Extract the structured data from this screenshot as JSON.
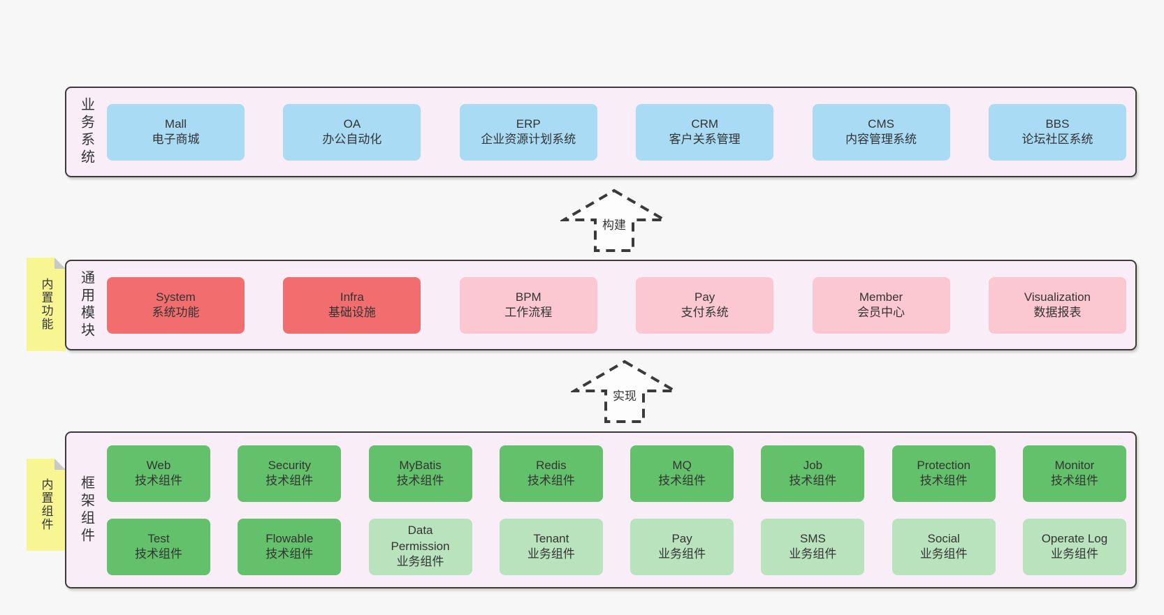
{
  "colors": {
    "page_bg": "#f7f7f7",
    "container_bg": "#f9eef7",
    "container_border": "#3a3a3a",
    "box_blue": "#a9dbf5",
    "box_red": "#f26e6e",
    "box_pink": "#fbc8d1",
    "box_green": "#64c16b",
    "box_light_green": "#b8e3bd",
    "tag_yellow": "#f8f693",
    "tag_fold_gray": "#c9c9c9",
    "text": "#333333"
  },
  "sections": [
    {
      "label": "业务系统",
      "rows": [
        [
          {
            "name": "Mall",
            "sub": "电子商城"
          },
          {
            "name": "OA",
            "sub": "办公自动化"
          },
          {
            "name": "ERP",
            "sub": "企业资源计划系统"
          },
          {
            "name": "CRM",
            "sub": "客户关系管理"
          },
          {
            "name": "CMS",
            "sub": "内容管理系统"
          },
          {
            "name": "BBS",
            "sub": "论坛社区系统"
          }
        ]
      ]
    },
    {
      "label": "通用模块",
      "tag": "内置功能",
      "rows": [
        [
          {
            "name": "System",
            "sub": "系统功能"
          },
          {
            "name": "Infra",
            "sub": "基础设施"
          },
          {
            "name": "BPM",
            "sub": "工作流程"
          },
          {
            "name": "Pay",
            "sub": "支付系统"
          },
          {
            "name": "Member",
            "sub": "会员中心"
          },
          {
            "name": "Visualization",
            "sub": "数据报表"
          }
        ]
      ]
    },
    {
      "label": "框架组件",
      "tag": "内置组件",
      "rows": [
        [
          {
            "name": "Web",
            "sub": "技术组件"
          },
          {
            "name": "Security",
            "sub": "技术组件"
          },
          {
            "name": "MyBatis",
            "sub": "技术组件"
          },
          {
            "name": "Redis",
            "sub": "技术组件"
          },
          {
            "name": "MQ",
            "sub": "技术组件"
          },
          {
            "name": "Job",
            "sub": "技术组件"
          },
          {
            "name": "Protection",
            "sub": "技术组件"
          },
          {
            "name": "Monitor",
            "sub": "技术组件"
          }
        ],
        [
          {
            "name": "Test",
            "sub": "技术组件"
          },
          {
            "name": "Flowable",
            "sub": "技术组件"
          },
          {
            "name": "Data\nPermission",
            "sub": "业务组件"
          },
          {
            "name": "Tenant",
            "sub": "业务组件"
          },
          {
            "name": "Pay",
            "sub": "业务组件"
          },
          {
            "name": "SMS",
            "sub": "业务组件"
          },
          {
            "name": "Social",
            "sub": "业务组件"
          },
          {
            "name": "Operate Log",
            "sub": "业务组件"
          }
        ]
      ]
    }
  ],
  "arrows": [
    {
      "label": "构建"
    },
    {
      "label": "实现"
    }
  ]
}
